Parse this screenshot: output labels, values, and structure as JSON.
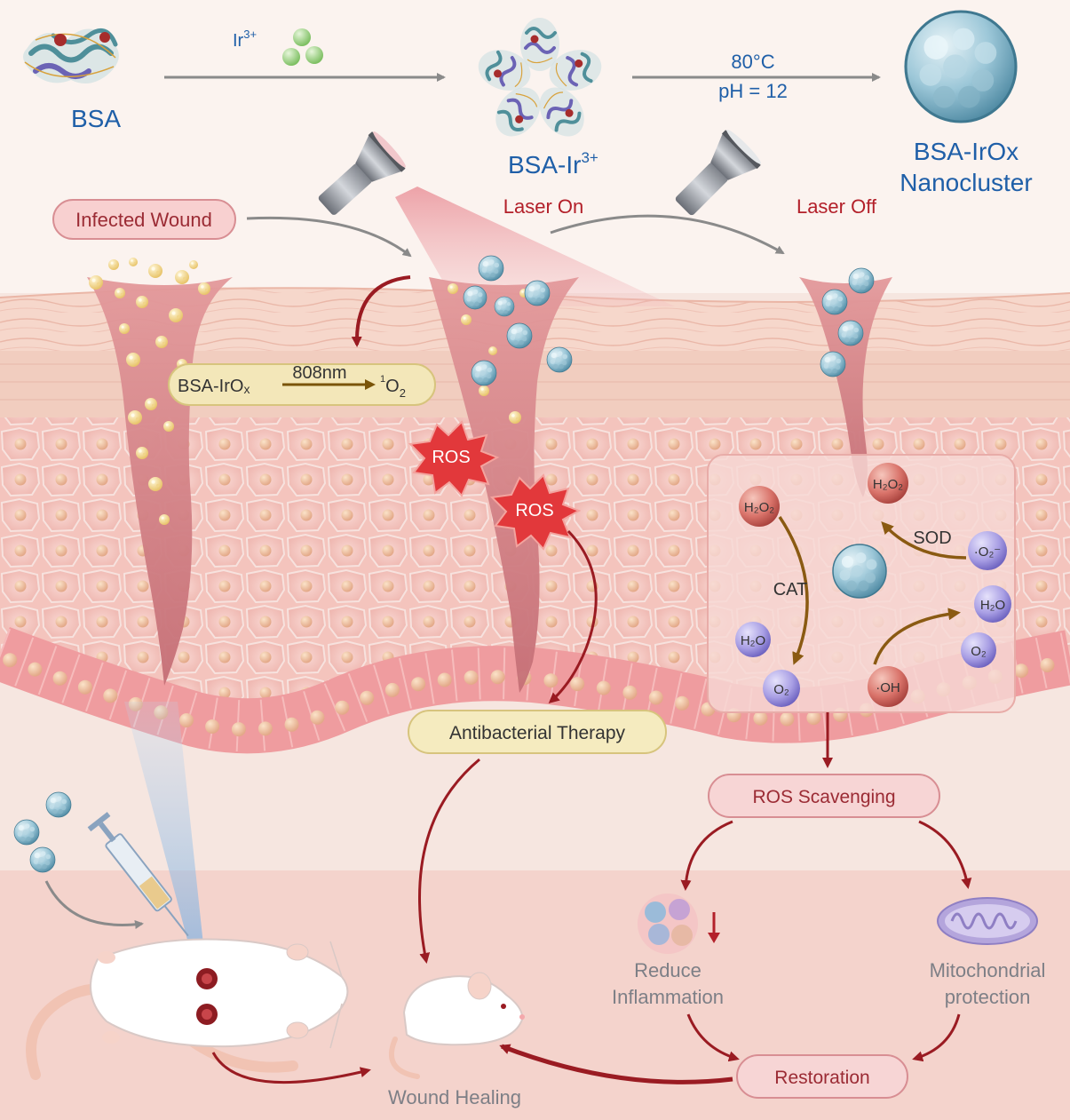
{
  "synthesis": {
    "bsa": "BSA",
    "ir_ion": "Ir",
    "ir_charge": "3+",
    "bsa_ir": "BSA-Ir",
    "temperature": "80°C",
    "ph": "pH = 12",
    "product_line1": "BSA-IrOx",
    "product_line2": "Nanocluster"
  },
  "laser": {
    "on": "Laser On",
    "off": "Laser Off"
  },
  "wound": {
    "infected": "Infected Wound",
    "reaction_reagent": "BSA-IrO",
    "reaction_sub": "x",
    "wavelength": "808nm",
    "singlet_sup": "1",
    "singlet_o": "O",
    "singlet_sub": "2",
    "ros": "ROS",
    "antibacterial": "Antibacterial Therapy"
  },
  "enzyme_box": {
    "h2o2": "H₂O₂",
    "sod": "SOD",
    "cat": "CAT",
    "superoxide": "·O₂⁻",
    "h2o": "H₂O",
    "o2": "O₂",
    "oh": "·OH"
  },
  "outcomes": {
    "ros_scavenging": "ROS Scavenging",
    "reduce_line1": "Reduce",
    "reduce_line2": "Inflammation",
    "mito_line1": "Mitochondrial",
    "mito_line2": "protection",
    "restoration": "Restoration",
    "wound_healing": "Wound Healing"
  },
  "colors": {
    "accent_blue": "#1f5fa8",
    "accent_red": "#b3202a",
    "arrow_dark_red": "#9a1b22",
    "arrow_gray": "#8a8a8a",
    "arrow_brown": "#8a5a12"
  }
}
